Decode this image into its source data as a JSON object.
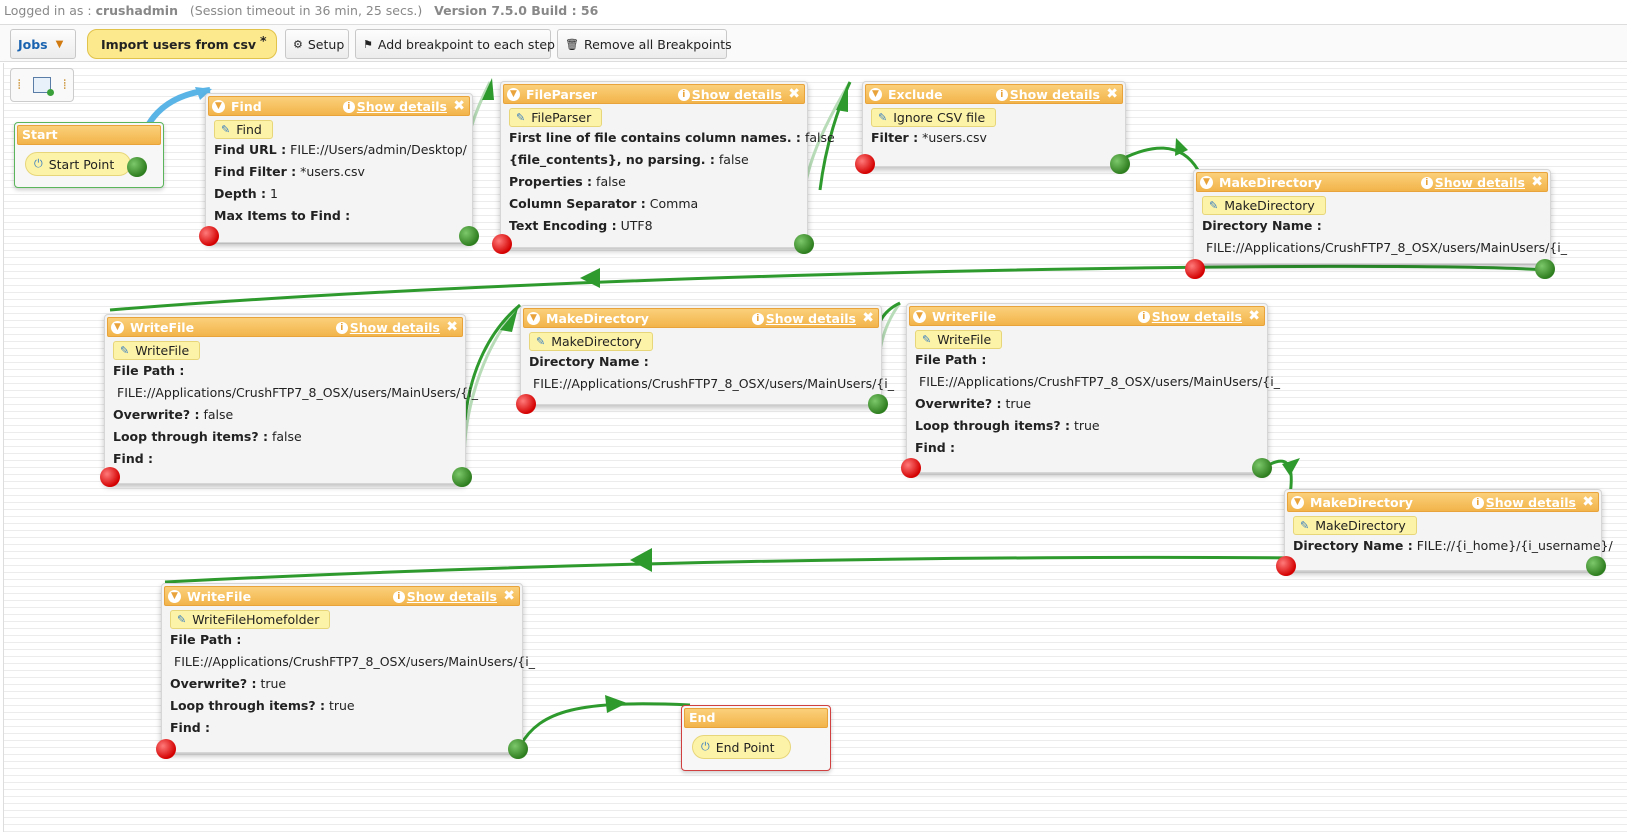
{
  "session": {
    "logged_in_label": "Logged in as :",
    "user": "crushadmin",
    "timeout": "(Session timeout in 36 min, 25 secs.)",
    "version": "Version 7.5.0 Build : 56"
  },
  "toolbar": {
    "jobs_label": "Jobs",
    "job_name": "Import users from csv",
    "unsaved_mark": "*",
    "setup_label": "Setup",
    "add_breakpoint_label": "Add breakpoint to each step",
    "remove_breakpoints_label": "Remove all Breakpoints"
  },
  "common": {
    "show_details": "Show details"
  },
  "colors": {
    "header_orange": "#f2b44a",
    "connector_green": "#2e9a2e",
    "start_arrow_blue": "#5ab4e6",
    "tag_yellow": "#fdf3a8"
  },
  "start": {
    "title": "Start",
    "point": "Start Point"
  },
  "end": {
    "title": "End",
    "point": "End Point"
  },
  "nodes": [
    {
      "title": "Find",
      "tag": "Find",
      "rows": [
        {
          "k": "Find URL :",
          "v": "FILE://Users/admin/Desktop/"
        },
        {
          "k": "Find Filter :",
          "v": "*users.csv"
        },
        {
          "k": "Depth :",
          "v": "1"
        },
        {
          "k": "Max Items to Find :",
          "v": ""
        }
      ]
    },
    {
      "title": "FileParser",
      "tag": "FileParser",
      "rows": [
        {
          "k": "First line of file contains column names. :",
          "v": "false"
        },
        {
          "k": "{file_contents}, no parsing. :",
          "v": "false"
        },
        {
          "k": "Properties :",
          "v": "false"
        },
        {
          "k": "Column Separator :",
          "v": "Comma"
        },
        {
          "k": "Text Encoding :",
          "v": "UTF8"
        }
      ]
    },
    {
      "title": "Exclude",
      "tag": "Ignore CSV file",
      "rows": [
        {
          "k": "Filter :",
          "v": "*users.csv"
        }
      ]
    },
    {
      "title": "MakeDirectory",
      "tag": "MakeDirectory",
      "rows": [
        {
          "k": "Directory Name :",
          "v": ""
        },
        {
          "k": "",
          "v": "FILE://Applications/CrushFTP7_8_OSX/users/MainUsers/{i_"
        }
      ]
    },
    {
      "title": "WriteFile",
      "tag": "WriteFile",
      "rows": [
        {
          "k": "File Path :",
          "v": ""
        },
        {
          "k": "",
          "v": "FILE://Applications/CrushFTP7_8_OSX/users/MainUsers/{i_"
        },
        {
          "k": "Overwrite? :",
          "v": "false"
        },
        {
          "k": "Loop through items? :",
          "v": "false"
        },
        {
          "k": "Find :",
          "v": ""
        }
      ]
    },
    {
      "title": "MakeDirectory",
      "tag": "MakeDirectory",
      "rows": [
        {
          "k": "Directory Name :",
          "v": ""
        },
        {
          "k": "",
          "v": "FILE://Applications/CrushFTP7_8_OSX/users/MainUsers/{i_"
        }
      ]
    },
    {
      "title": "WriteFile",
      "tag": "WriteFile",
      "rows": [
        {
          "k": "File Path :",
          "v": ""
        },
        {
          "k": "",
          "v": "FILE://Applications/CrushFTP7_8_OSX/users/MainUsers/{i_"
        },
        {
          "k": "Overwrite? :",
          "v": "true"
        },
        {
          "k": "Loop through items? :",
          "v": "true"
        },
        {
          "k": "Find :",
          "v": ""
        }
      ]
    },
    {
      "title": "MakeDirectory",
      "tag": "MakeDirectory",
      "rows": [
        {
          "k": "Directory Name :",
          "v": "FILE://{i_home}/{i_username}/"
        }
      ]
    },
    {
      "title": "WriteFile",
      "tag": "WriteFileHomefolder",
      "rows": [
        {
          "k": "File Path :",
          "v": ""
        },
        {
          "k": "",
          "v": "FILE://Applications/CrushFTP7_8_OSX/users/MainUsers/{i_"
        },
        {
          "k": "Overwrite? :",
          "v": "true"
        },
        {
          "k": "Loop through items? :",
          "v": "true"
        },
        {
          "k": "Find :",
          "v": ""
        }
      ]
    }
  ]
}
